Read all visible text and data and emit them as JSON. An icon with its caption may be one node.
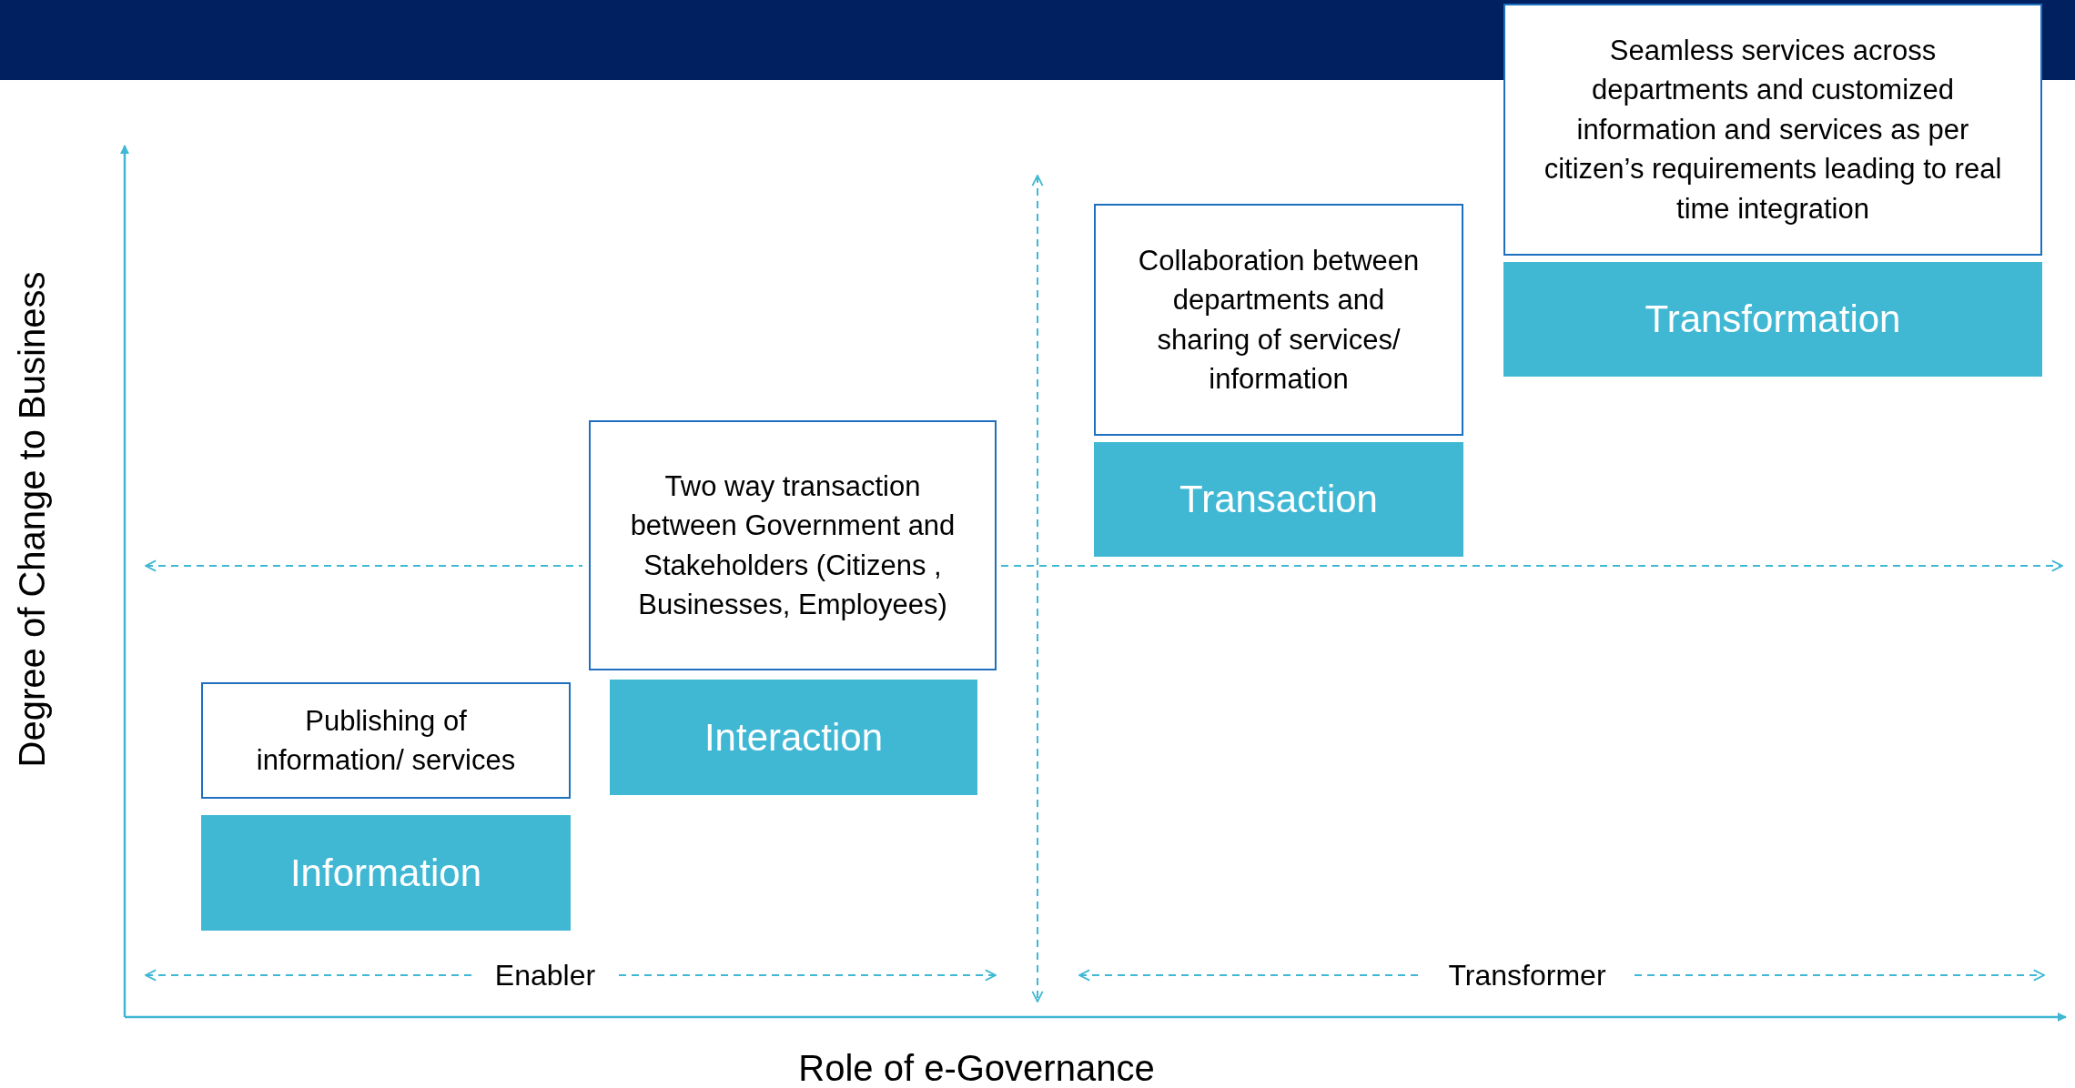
{
  "diagram": {
    "nodes": [
      {
        "text": [
          "Seamless services across departments and customized information and services as per citizen’s requirements leading to real time integration"
        ]
      },
      {
        "text": [
          "Transformation"
        ]
      },
      {
        "text": [
          "Collaboration between departments and sharing of services/ information"
        ]
      },
      {
        "text": [
          "Transaction"
        ]
      },
      {
        "text": [
          "Two way transaction between Government and Stakeholders (Citizens , Businesses, Employees)"
        ]
      },
      {
        "text": [
          "Publishing of information/ services"
        ]
      },
      {
        "text": [
          "Interaction"
        ]
      },
      {
        "text": [
          "Information"
        ]
      }
    ],
    "labels": [
      "Degree of Change to Business",
      "Enabler",
      "Transformer",
      "Role of e-Governance"
    ]
  }
}
